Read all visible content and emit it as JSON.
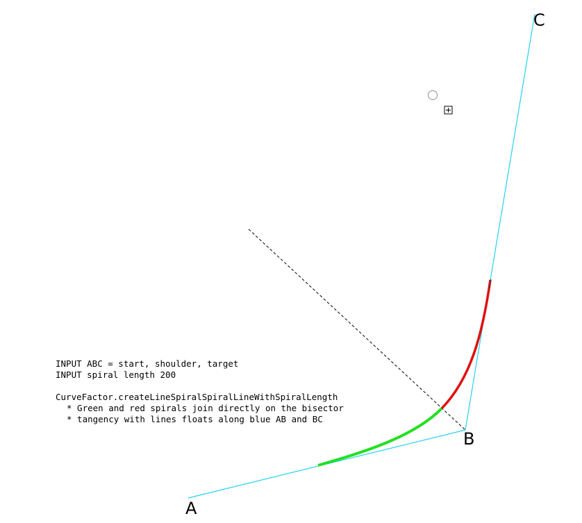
{
  "points": {
    "a_label": "A",
    "b_label": "B",
    "c_label": "C"
  },
  "notes": {
    "line1": "INPUT ABC = start, shoulder, target",
    "line2": "INPUT spiral length 200",
    "line3": "CurveFactor.createLineSpiralSpiralLineWithSpiralLength",
    "line4": "* Green and red spirals join directly on the bisector",
    "line5": "* tangency with lines floats along blue AB and BC"
  },
  "colors": {
    "input_lines": "#22d3f0",
    "spiral_1": "#22e022",
    "spiral_2": "#e01010",
    "bisector": "#000000"
  }
}
